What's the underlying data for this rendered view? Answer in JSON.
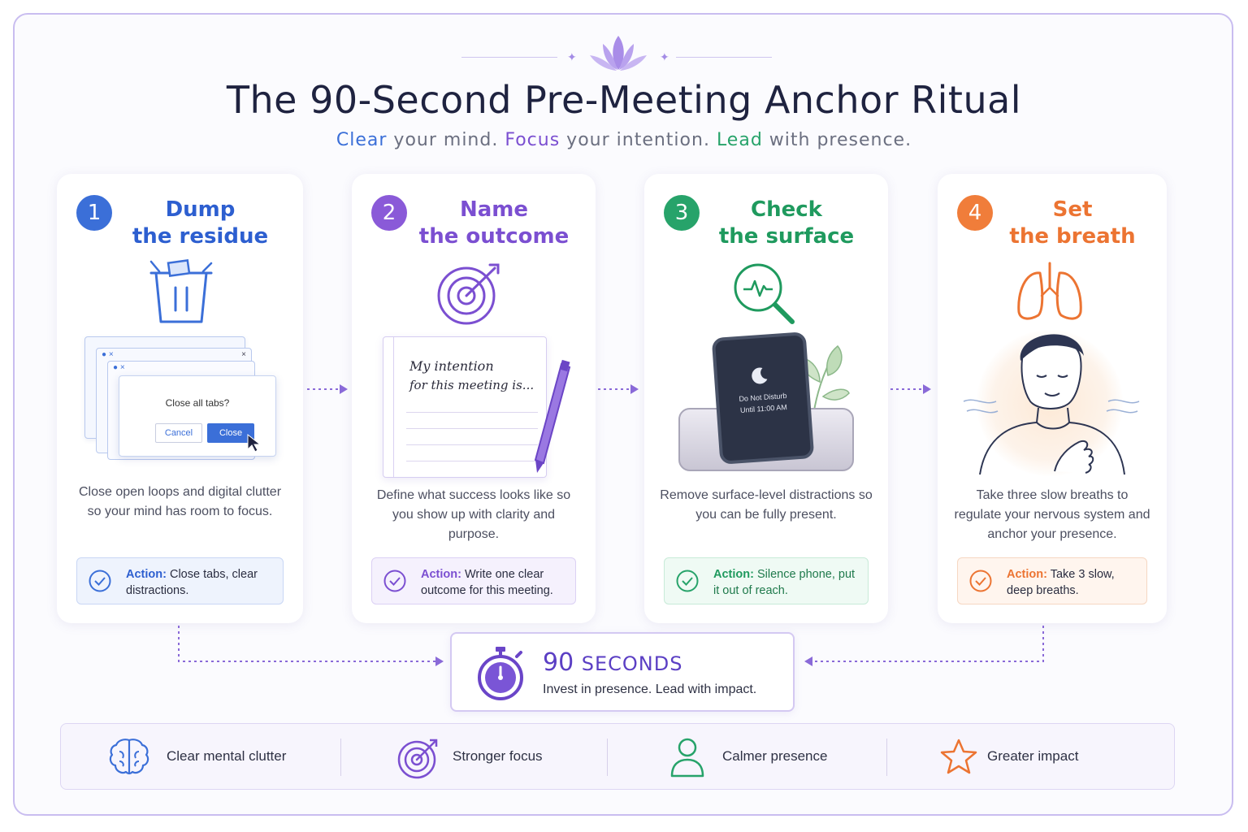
{
  "header": {
    "title": "The 90-Second Pre-Meeting Anchor Ritual",
    "subtitle": {
      "w1": "Clear",
      "t1": " your mind. ",
      "w2": "Focus",
      "t2": " your intention. ",
      "w3": "Lead",
      "t3": " with presence."
    }
  },
  "colors": {
    "blue": "#3b6fd8",
    "purple": "#7b4fd1",
    "green": "#27a36a",
    "orange": "#f07d3a",
    "text": "#1f2340"
  },
  "steps": [
    {
      "number": "1",
      "title_line1": "Dump",
      "title_line2": "the residue",
      "icon": "trash-icon",
      "dialog": {
        "question": "Close all tabs?",
        "cancel": "Cancel",
        "confirm": "Close"
      },
      "description": "Close open loops and digital clutter so your mind has room to focus.",
      "action_label": "Action:",
      "action_text": "Close tabs, clear distractions."
    },
    {
      "number": "2",
      "title_line1": "Name",
      "title_line2": "the outcome",
      "icon": "target-icon",
      "note_line1": "My intention",
      "note_line2": "for this meeting is...",
      "description": "Define what success looks like so you show up with clarity and purpose.",
      "action_label": "Action:",
      "action_text": "Write one clear outcome for this meeting."
    },
    {
      "number": "3",
      "title_line1": "Check",
      "title_line2": "the surface",
      "icon": "magnifier-pulse-icon",
      "phone_line1": "Do Not Disturb",
      "phone_line2": "Until 11:00 AM",
      "description": "Remove surface-level distractions so you can be fully present.",
      "action_label": "Action:",
      "action_text": "Silence phone, put it out of reach."
    },
    {
      "number": "4",
      "title_line1": "Set",
      "title_line2": "the breath",
      "icon": "lungs-icon",
      "description": "Take three slow breaths to regulate your nervous system and anchor your presence.",
      "action_label": "Action:",
      "action_text": "Take 3 slow, deep breaths."
    }
  ],
  "timer": {
    "number": "90",
    "unit": "SECONDS",
    "tagline": "Invest in presence. Lead with impact."
  },
  "benefits": [
    {
      "icon": "brain-icon",
      "label": "Clear mental clutter"
    },
    {
      "icon": "target-icon",
      "label": "Stronger focus"
    },
    {
      "icon": "person-icon",
      "label": "Calmer presence"
    },
    {
      "icon": "star-icon",
      "label": "Greater impact"
    }
  ]
}
